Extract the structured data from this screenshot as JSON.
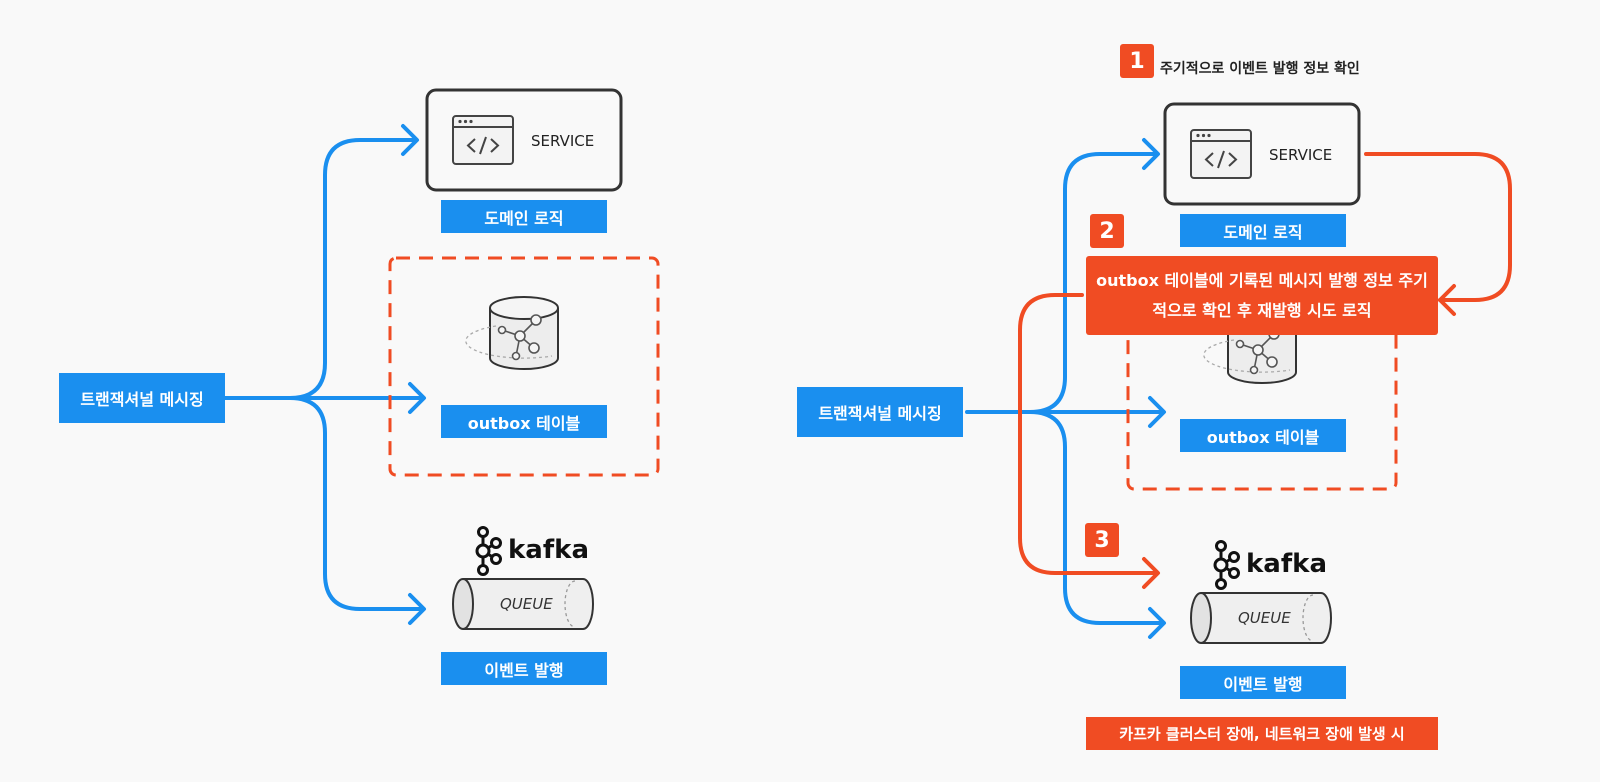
{
  "left": {
    "source_label": "트랜잭셔널 메시징",
    "service_text": "SERVICE",
    "domain_label": "도메인 로직",
    "outbox_label": "outbox 테이블",
    "kafka_text": "kafka",
    "queue_text": "QUEUE",
    "event_label": "이벤트 발행"
  },
  "right": {
    "step1_badge": "1",
    "step1_text": "주기적으로 이벤트 발행 정보 확인",
    "step2_badge": "2",
    "step2_line1": "outbox 테이블에 기록된 메시지 발행 정보 주기",
    "step2_line2": "적으로 확인 후 재발행 시도 로직",
    "step3_badge": "3",
    "source_label": "트랜잭셔널 메시징",
    "service_text": "SERVICE",
    "domain_label": "도메인 로직",
    "outbox_label": "outbox 테이블",
    "kafka_text": "kafka",
    "queue_text": "QUEUE",
    "event_label": "이벤트 발행",
    "failure_label": "카프카 클러스터 장애, 네트워크 장애 발생 시"
  },
  "colors": {
    "blue": "#1a8fef",
    "red": "#f04c23",
    "outline": "#333333",
    "background": "#f9f9f9"
  },
  "icons": [
    "code-window-icon",
    "database-graph-icon",
    "kafka-logo-icon",
    "queue-cylinder-icon"
  ]
}
